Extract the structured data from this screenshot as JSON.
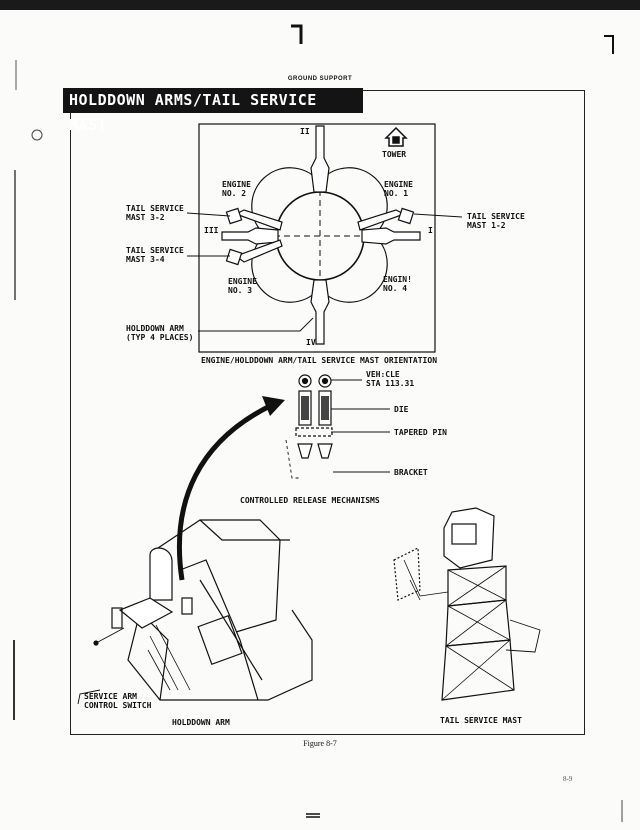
{
  "header": "GROUND SUPPORT",
  "title": "HOLDDOWN ARMS/TAIL SERVICE MAST",
  "tower_label": "TOWER",
  "roman": {
    "top": "II",
    "left": "III",
    "right": "I",
    "bottom": "IV"
  },
  "engines": {
    "e2": "ENGINE\nNO. 2",
    "e1": "ENGINE\nNO. 1",
    "e3": "ENGINE\nNO. 3",
    "e4": "ENGIN!\nNO. 4"
  },
  "tsm_left_top": "TAIL SERVICE\nMAST 3-2",
  "tsm_left_bottom": "TAIL SERVICE\nMAST 3-4",
  "tsm_right": "TAIL SERVICE\nMAST 1-2",
  "holddown_note": "HOLDDOWN ARM\n(TYP 4 PLACES)",
  "orientation_caption": "ENGINE/HOLDDOWN ARM/TAIL SERVICE MAST ORIENTATION",
  "release": {
    "vehicle": "VEH:CLE\nSTA 113.31",
    "die": "DIE",
    "pin": "TAPERED PIN",
    "bracket": "BRACKET",
    "caption": "CONTROLLED RELEASE MECHANISMS"
  },
  "switch_label": "SERVICE ARM\nCONTROL SWITCH",
  "holddown_arm_label": "HOLDDOWN ARM",
  "tail_mast_label": "TAIL SERVICE MAST",
  "figure_caption": "Figure 8-7",
  "page_number": "8-9"
}
